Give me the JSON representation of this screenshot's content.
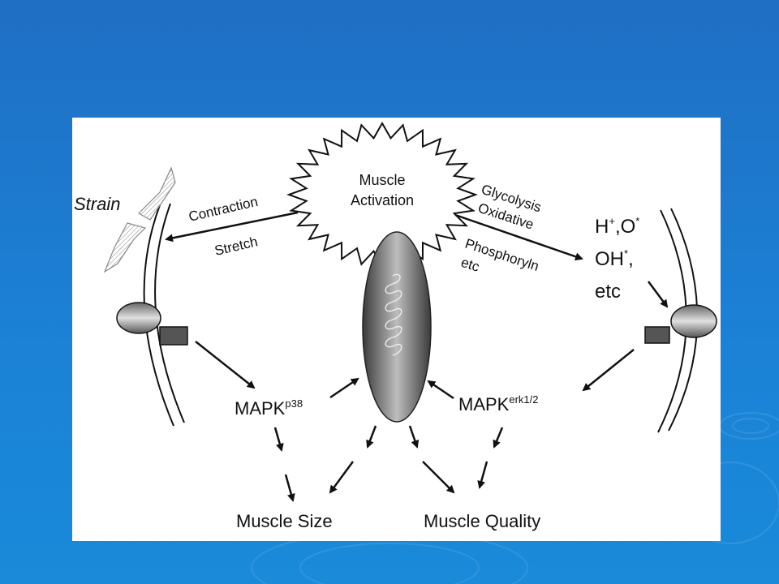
{
  "colors": {
    "background": "#1b7fd3",
    "panel": "#ffffff",
    "ink": "#111111"
  },
  "diagram": {
    "center": {
      "line1": "Muscle",
      "line2": "Activation"
    },
    "strain": "Strain",
    "left_arrow": {
      "top": "Contraction",
      "bottom": "Stretch"
    },
    "right_arrow": {
      "line1": "Glycolysis",
      "line2": "Oxidative",
      "line3": "Phosphoryln",
      "line4": "etc"
    },
    "ros": {
      "line1_main": "H",
      "line1_sup": "+",
      "line1_rest": ",O",
      "line1_sup2": "*",
      "line2_main": "OH",
      "line2_sup": "*",
      "line2_rest": ",",
      "line3": "etc"
    },
    "mapk_left": {
      "main": "MAPK",
      "sup": "p38"
    },
    "mapk_right": {
      "main": "MAPK",
      "sup": "erk1/2"
    },
    "out_left": "Muscle Size",
    "out_right": "Muscle Quality"
  }
}
